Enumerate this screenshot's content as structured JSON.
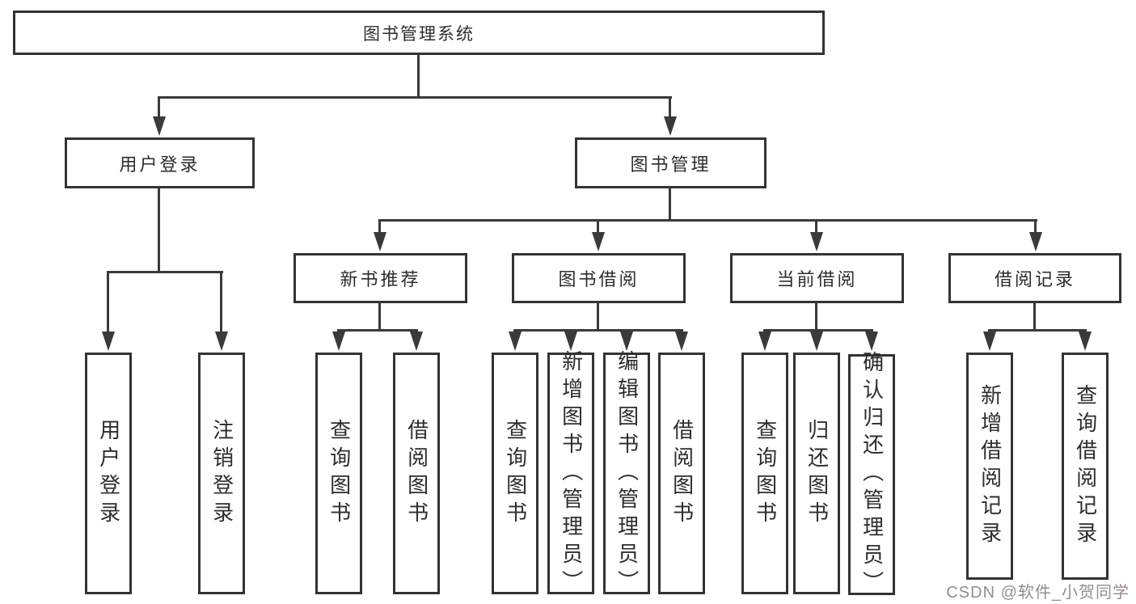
{
  "nodes": {
    "root": "图书管理系统",
    "user_login": "用户登录",
    "book_management": "图书管理",
    "new_book_recommendation": "新书推荐",
    "book_borrowing": "图书借阅",
    "current_borrowing": "当前借阅",
    "borrow_records": "借阅记录",
    "user_login_children": [
      "用户登录",
      "注销登录"
    ],
    "new_book_children": [
      "查询图书",
      "借阅图书"
    ],
    "book_borrowing_children": [
      "查询图书",
      "新增图书（管理员）",
      "编辑图书（管理员）",
      "借阅图书"
    ],
    "current_borrowing_children": [
      "查询图书",
      "归还图书",
      "确认归还（管理员）"
    ],
    "borrow_records_children": [
      "新增借阅记录",
      "查询借阅记录"
    ]
  },
  "watermark": {
    "text": "CSDN @软件_小贺同学"
  },
  "colors": {
    "background": "#ffffff",
    "line": "#3a3a3a",
    "box_border": "#333333",
    "text": "#2d2d2d",
    "watermark": "#968c8c"
  }
}
